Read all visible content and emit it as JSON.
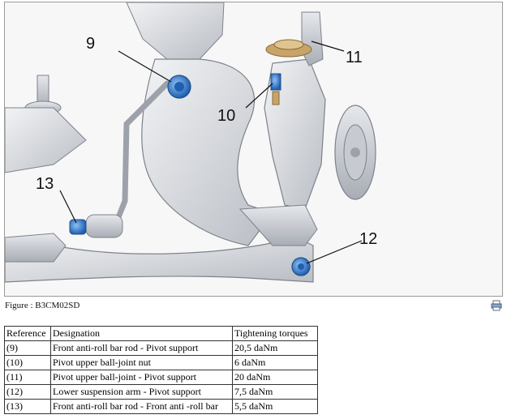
{
  "figure": {
    "callouts": {
      "c9": "9",
      "c10": "10",
      "c11": "11",
      "c12": "12",
      "c13": "13"
    },
    "caption": "Figure : B3CM02SD"
  },
  "toolbar": {
    "print_icon": "print-icon"
  },
  "table": {
    "headers": [
      "Reference",
      "Designation",
      "Tightening torques"
    ],
    "rows": [
      [
        "(9)",
        "Front anti-roll bar rod - Pivot support",
        "20,5 daNm"
      ],
      [
        "(10)",
        "Pivot upper ball-joint nut",
        "6 daNm"
      ],
      [
        "(11)",
        "Pivot upper ball-joint - Pivot support",
        "20 daNm"
      ],
      [
        "(12)",
        "Lower suspension arm - Pivot support",
        "7,5 daNm"
      ],
      [
        "(13)",
        "Front anti-roll bar rod - Front anti -roll bar",
        "5,5 daNm"
      ]
    ]
  },
  "colors": {
    "part_gray": "#d0d3d8",
    "bolt_blue": "#2f7fd6",
    "washer_tan": "#c8a36a"
  }
}
